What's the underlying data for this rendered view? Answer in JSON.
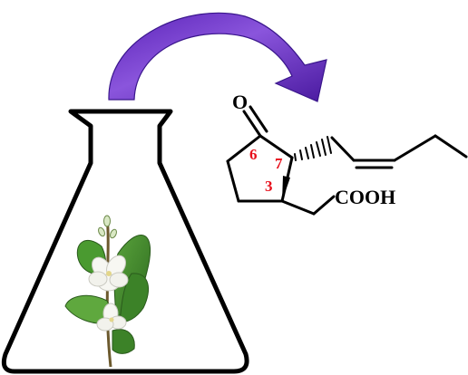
{
  "figure": {
    "molecule": {
      "carbonyl_oxygen": "O",
      "acid_group": "COOH",
      "locants": [
        "6",
        "7",
        "3"
      ]
    },
    "colors": {
      "arrow_fill": "#6a2cc4",
      "arrow_highlight": "#9a6ee6",
      "arrow_outline": "#3a168c",
      "locant_red": "#e8101c",
      "bond_black": "#000000",
      "leaf_green": "#3e8a2a",
      "flower_white": "#f7f7f2"
    },
    "icons": [
      "curved-arrow-icon",
      "flask-icon",
      "jasmine-plant-icon"
    ]
  }
}
